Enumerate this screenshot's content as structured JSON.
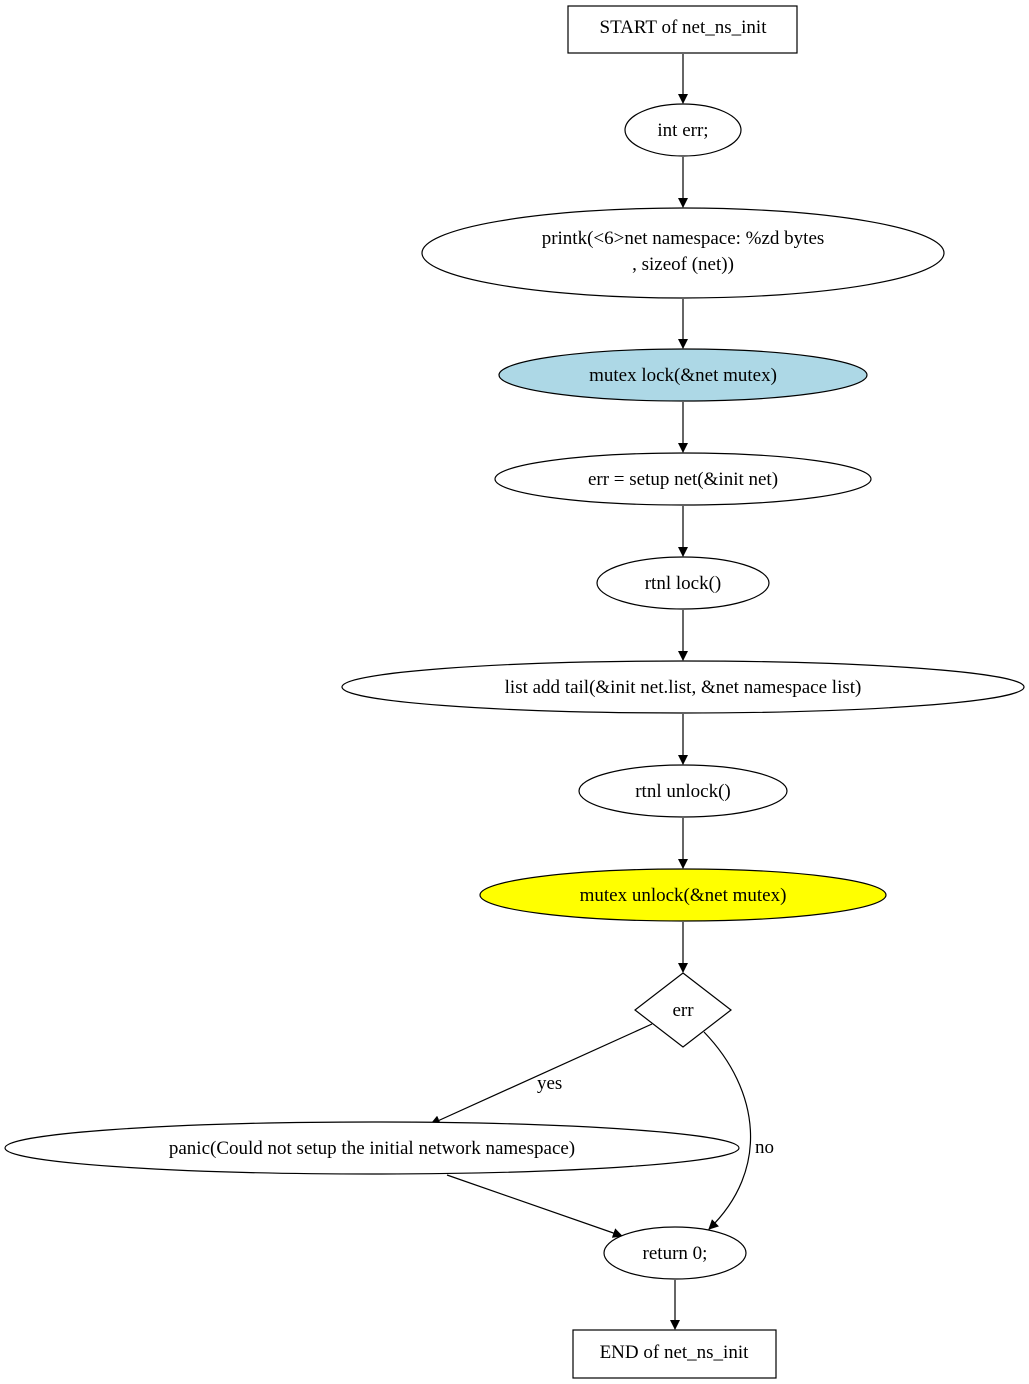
{
  "nodes": {
    "start": "START of net_ns_init",
    "decl": "int err;",
    "printk_line1": "printk(<6>net  namespace: %zd bytes",
    "printk_line2": ", sizeof (net))",
    "mutex_lock": "mutex  lock(&net  mutex)",
    "setup": "err = setup  net(&init  net)",
    "rtnl_lock": "rtnl  lock()",
    "list_add": "list  add  tail(&init  net.list, &net  namespace  list)",
    "rtnl_unlock": "rtnl  unlock()",
    "mutex_unlock": "mutex  unlock(&net  mutex)",
    "cond": "err",
    "panic": "panic(Could not setup the initial network namespace)",
    "ret": "return 0;",
    "end": "END of net_ns_init"
  },
  "edges": {
    "yes": "yes",
    "no": "no"
  },
  "colors": {
    "mutex_lock_fill": "#add8e6",
    "mutex_unlock_fill": "#ffff00",
    "default_fill": "#ffffff",
    "stroke": "#000000"
  }
}
